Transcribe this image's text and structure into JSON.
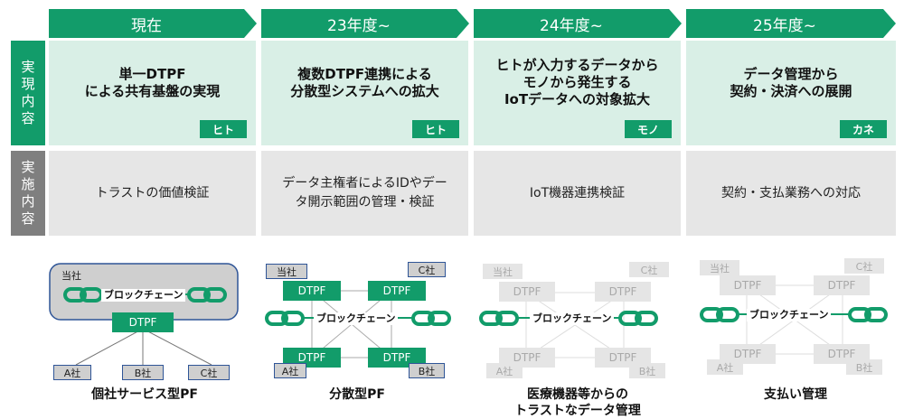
{
  "timeline": [
    "現在",
    "23年度~",
    "24年度~",
    "25年度~"
  ],
  "row_labels": {
    "realize": [
      "実",
      "現",
      "内",
      "容"
    ],
    "implement": [
      "実",
      "施",
      "内",
      "容"
    ]
  },
  "phases": [
    {
      "title_lines": [
        "単一DTPF",
        "による共有基盤の実現"
      ],
      "tag": "ヒト",
      "implementation_lines": [
        "トラストの価値検証"
      ],
      "caption_lines": [
        "個社サービス型PF"
      ]
    },
    {
      "title_lines": [
        "複数DTPF連携による",
        "分散型システムへの拡大"
      ],
      "tag": "ヒト",
      "implementation_lines": [
        "データ主権者によるIDやデー",
        "タ開示範囲の管理・検証"
      ],
      "caption_lines": [
        "分散型PF"
      ]
    },
    {
      "title_lines": [
        "ヒトが入力するデータから",
        "モノから発生する",
        "IoTデータへの対象拡大"
      ],
      "tag": "モノ",
      "implementation_lines": [
        "IoT機器連携検証"
      ],
      "caption_lines": [
        "医療機器等からの",
        "トラストなデータ管理"
      ]
    },
    {
      "title_lines": [
        "データ管理から",
        "契約・決済への展開"
      ],
      "tag": "カネ",
      "implementation_lines": [
        "契約・支払業務への対応"
      ],
      "caption_lines": [
        "支払い管理"
      ]
    }
  ],
  "diagram_text": {
    "own_company": "当社",
    "c_company": "C社",
    "a_company": "A社",
    "b_company": "B社",
    "dtpf": "DTPF",
    "blockchain": "ブロックチェーン"
  },
  "colors": {
    "accent": "#129c6a",
    "light_green": "#d9efe6",
    "gray_label": "#7f7f7f",
    "gray_cell": "#e6e6e6",
    "outline_blue": "#2f5597"
  }
}
